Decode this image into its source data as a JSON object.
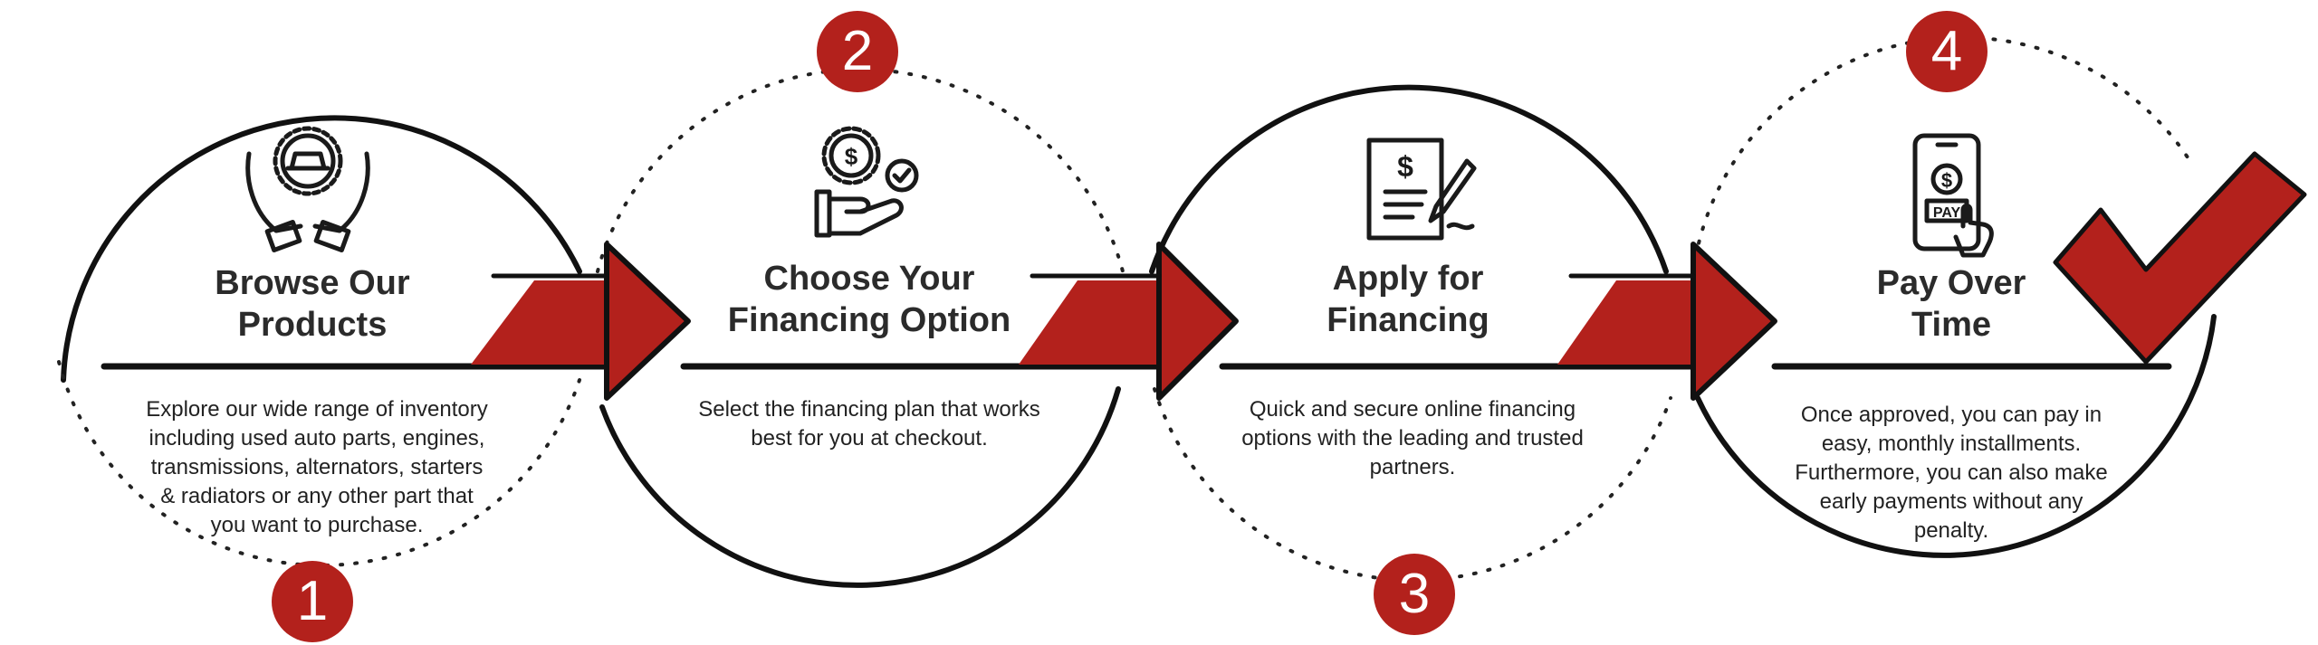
{
  "accent_color": "#b3211c",
  "steps": [
    {
      "number": "1",
      "title_line1": "Browse Our",
      "title_line2": "Products",
      "description": [
        "Explore our wide range of inventory",
        "including used auto parts, engines,",
        "transmissions, alternators, starters",
        "& radiators or any other part that",
        "you want to purchase."
      ],
      "icon": "hands-car-gear-icon"
    },
    {
      "number": "2",
      "title_line1": "Choose Your",
      "title_line2": "Financing Option",
      "description": [
        "Select the financing plan that works",
        "best for you at checkout."
      ],
      "icon": "hand-dollar-gear-check-icon"
    },
    {
      "number": "3",
      "title_line1": "Apply for",
      "title_line2": "Financing",
      "description": [
        "Quick and secure online financing",
        "options with the leading and trusted",
        "partners."
      ],
      "icon": "document-dollar-pen-icon"
    },
    {
      "number": "4",
      "title_line1": "Pay Over",
      "title_line2": "Time",
      "description": [
        "Once approved, you can pay in",
        "easy, monthly installments.",
        "Furthermore,  you  can also make",
        "early payments without any",
        "penalty."
      ],
      "icon": "phone-pay-icon"
    }
  ]
}
